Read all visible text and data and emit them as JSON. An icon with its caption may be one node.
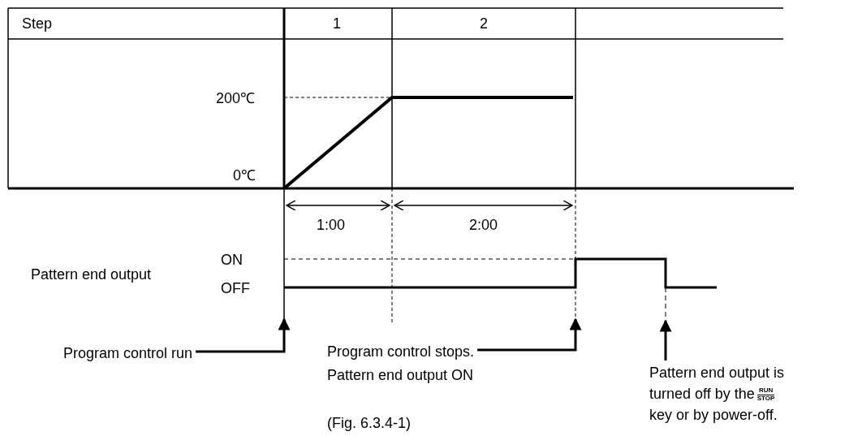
{
  "diagram": {
    "caption": "(Fig. 6.3.4-1)",
    "nodes": [
      {
        "text": [
          "Program control run"
        ]
      },
      {
        "text": [
          "Program control stops.",
          "Pattern end output ON"
        ]
      },
      {
        "text": [
          "Pattern end output is turned off by the",
          "RUN",
          "STOP",
          "key or by power-off."
        ]
      }
    ],
    "edges": [
      {
        "from": 0,
        "to": null,
        "arrow": "to"
      },
      {
        "from": 1,
        "to": null,
        "arrow": "to"
      },
      {
        "from": 2,
        "to": null,
        "arrow": "to"
      }
    ],
    "labels": [
      "Step",
      "1",
      "2",
      "200℃",
      "0℃",
      "1:00",
      "2:00",
      "Pattern end output",
      "ON",
      "OFF"
    ]
  }
}
